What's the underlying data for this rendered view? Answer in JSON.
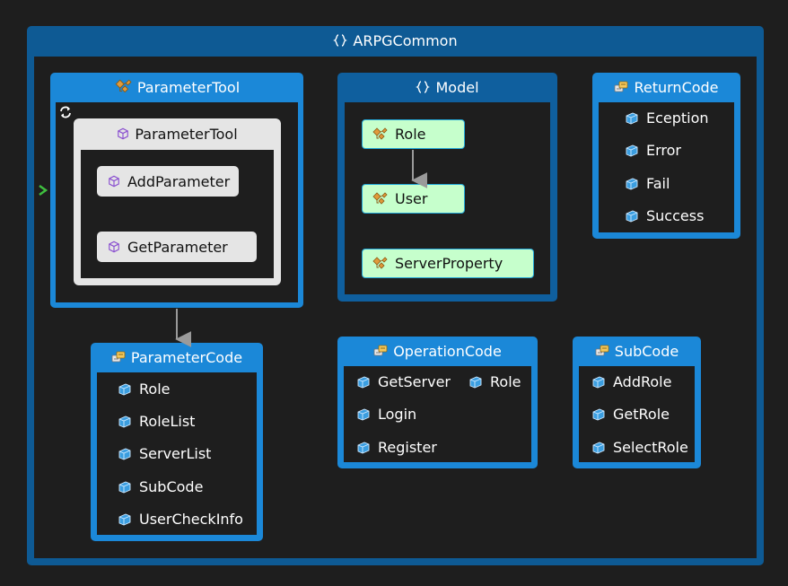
{
  "colors": {
    "background": "#1e1e1e",
    "outer_container": "#0e5a94",
    "class_group": "#1b88d8",
    "namespace_group": "#0f5f9e",
    "node_green": "#c6ffcc",
    "node_gray": "#e5e5e5",
    "arrow": "#9a9a9a"
  },
  "diagram": {
    "title": "ARPGCommon",
    "title_icon": "namespace-icon",
    "groups": {
      "parameter_tool": {
        "title": "ParameterTool",
        "icon": "class-icon",
        "corner_icon": "refresh-icon",
        "inner": {
          "title": "ParameterTool",
          "icon": "method-icon",
          "members": [
            "AddParameter",
            "GetParameter"
          ]
        }
      },
      "model": {
        "title": "Model",
        "icon": "namespace-icon",
        "members": [
          "Role",
          "User",
          "ServerProperty"
        ]
      },
      "return_code": {
        "title": "ReturnCode",
        "icon": "enum-icon",
        "members": [
          "Eception",
          "Error",
          "Fail",
          "Success"
        ]
      },
      "parameter_code": {
        "title": "ParameterCode",
        "icon": "enum-icon",
        "members": [
          "Role",
          "RoleList",
          "ServerList",
          "SubCode",
          "UserCheckInfo"
        ]
      },
      "operation_code": {
        "title": "OperationCode",
        "icon": "enum-icon",
        "members": [
          "GetServer",
          "Role",
          "Login",
          "Register"
        ]
      },
      "sub_code": {
        "title": "SubCode",
        "icon": "enum-icon",
        "members": [
          "AddRole",
          "GetRole",
          "SelectRole"
        ]
      }
    },
    "edges": [
      {
        "from": "parameter_tool",
        "to": "parameter_code"
      },
      {
        "from": "model.Role",
        "to": "model.User"
      }
    ]
  }
}
